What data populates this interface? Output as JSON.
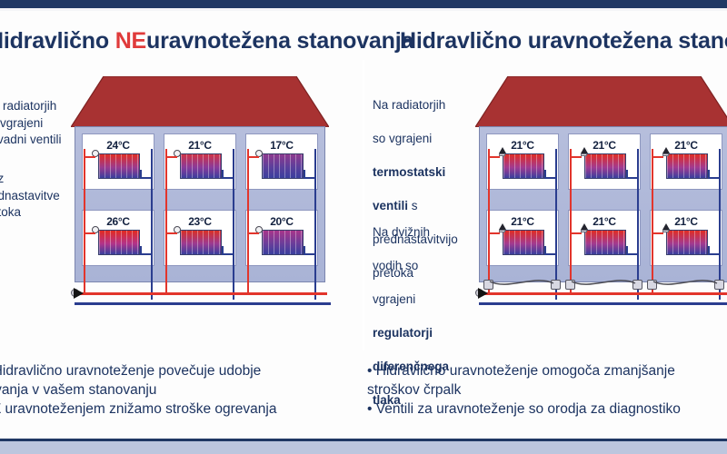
{
  "titles": {
    "left_prefix": "Hidravlično ",
    "left_negation": "NE",
    "left_suffix": "uravnotežena stanovanja",
    "right": "Hidravlično uravnotežena stanovanja"
  },
  "left_panel": {
    "note_top": "Na radiatorjih\nso vgrajeni\nnavadni ventili",
    "note_bottom": "brez prednastavitve\npretoka",
    "top_floor_temps": [
      "24°C",
      "21°C",
      "17°C"
    ],
    "bottom_floor_temps": [
      "26°C",
      "23°C",
      "20°C"
    ],
    "bullets": "• Hidravlično uravnoteženje povečuje udobje\n  bivanja v vašem stanovanju\n• Z uravnoteženjem znižamo stroške ogrevanja"
  },
  "right_panel": {
    "note_top_line1": "Na radiatorjih",
    "note_top_line2": "so vgrajeni",
    "note_top_bold1": "termostatski",
    "note_top_bold2": "ventili",
    "note_top_line3": " s",
    "note_top_line4": "prednastavitvijo",
    "note_top_line5": "pretoka",
    "note_bottom_line1": "Na dvižnih",
    "note_bottom_line2": "vodih so",
    "note_bottom_line3": "vgrajeni",
    "note_bottom_bold1": "regulatorji",
    "note_bottom_bold2": "diferenčnega",
    "note_bottom_bold3": "tlaka",
    "top_floor_temps": [
      "21°C",
      "21°C",
      "21°C"
    ],
    "bottom_floor_temps": [
      "21°C",
      "21°C",
      "21°C"
    ],
    "bullets": "• Hidravlično uravnoteženje omogoča zmanjšanje\n  stroškov črpalk\n• Ventili za uravnoteženje so orodja za diagnostiko"
  },
  "colors": {
    "roof": "#a83232",
    "house_body": "#b0b9da",
    "supply_pipe": "#e2352c",
    "return_pipe": "#2a3d8f",
    "title_text": "#1d3461",
    "negation": "#e03b3b",
    "frame": "#203864"
  },
  "radiator_gradients": {
    "left_top": [
      {
        "c1": "#e02d24",
        "c2": "#9c3a8e",
        "c3": "#3a3f9e"
      },
      {
        "c1": "#cf3346",
        "c2": "#8a3a9a",
        "c3": "#3b3f9e"
      },
      {
        "c1": "#8e3a8e",
        "c2": "#5a3f9c",
        "c3": "#3a3f9e"
      }
    ],
    "left_bottom": [
      {
        "c1": "#e22a20",
        "c2": "#b3338a",
        "c3": "#3a3f9e"
      },
      {
        "c1": "#d93026",
        "c2": "#9c3a92",
        "c3": "#3a3f9e"
      },
      {
        "c1": "#a8358a",
        "c2": "#6a3d9a",
        "c3": "#3a3f9e"
      }
    ],
    "right_all": {
      "c1": "#e02d24",
      "c2": "#a33a90",
      "c3": "#3a3f9e"
    }
  }
}
